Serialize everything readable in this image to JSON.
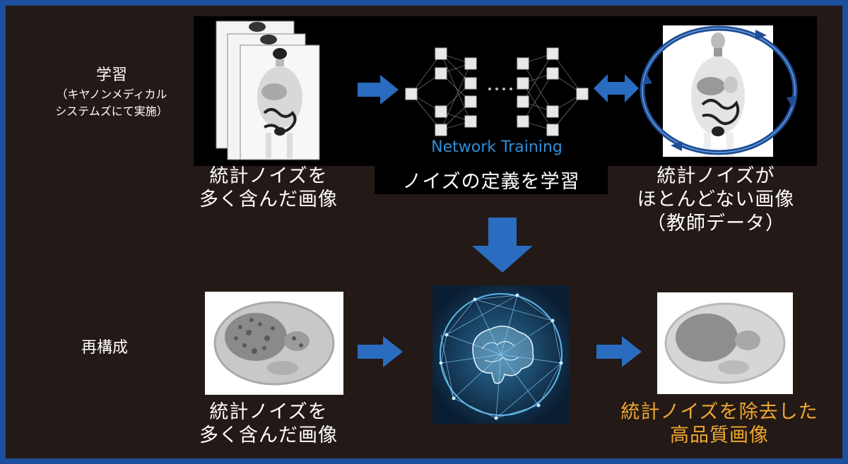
{
  "sections": {
    "learning": {
      "title": "学習",
      "note_line1": "（キヤノンメディカル",
      "note_line2": "システムズにて実施）"
    },
    "reconstruction": {
      "title": "再構成"
    }
  },
  "training": {
    "network_label": "Network Training",
    "caption": "ノイズの定義を学習"
  },
  "captions": {
    "noisy_input_line1": "統計ノイズを",
    "noisy_input_line2": "多く含んだ画像",
    "teacher_line1": "統計ノイズが",
    "teacher_line2": "ほとんどない画像",
    "teacher_line3": "（教師データ）",
    "recon_input_line1": "統計ノイズを",
    "recon_input_line2": "多く含んだ画像",
    "output_line1": "統計ノイズを除去した",
    "output_line2": "高品質画像"
  },
  "colors": {
    "background": "#231916",
    "border": "#1e4f9c",
    "arrow": "#2a6cc0",
    "network_label": "#2f8fd8",
    "output_caption": "#f0a830"
  }
}
